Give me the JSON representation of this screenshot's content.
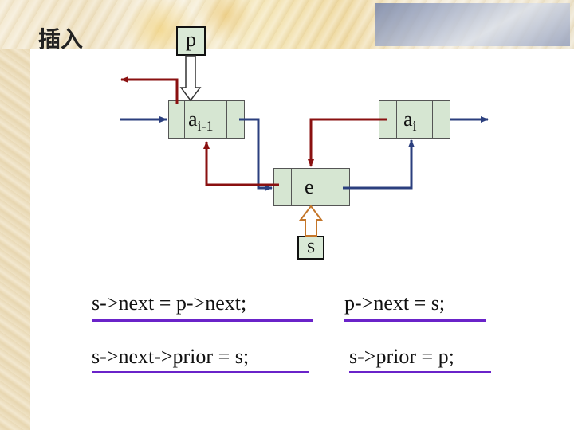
{
  "title": "插入",
  "pointer_p": "p",
  "pointer_s": "s",
  "nodes": {
    "left": {
      "label": "a",
      "sub": "i-1"
    },
    "right": {
      "label": "a",
      "sub": "i"
    },
    "new": {
      "label": "e"
    }
  },
  "code": {
    "line1_left": "s->next = p->next;",
    "line1_right": "p->next = s;",
    "line2_left": "s->next->prior = s;",
    "line2_right": "s->prior = p;"
  },
  "colors": {
    "prior_arrow": "#2b3f7e",
    "next_arrow": "#8a1010",
    "underline": "#6a23c9",
    "node_fill": "#d6e6d2"
  }
}
